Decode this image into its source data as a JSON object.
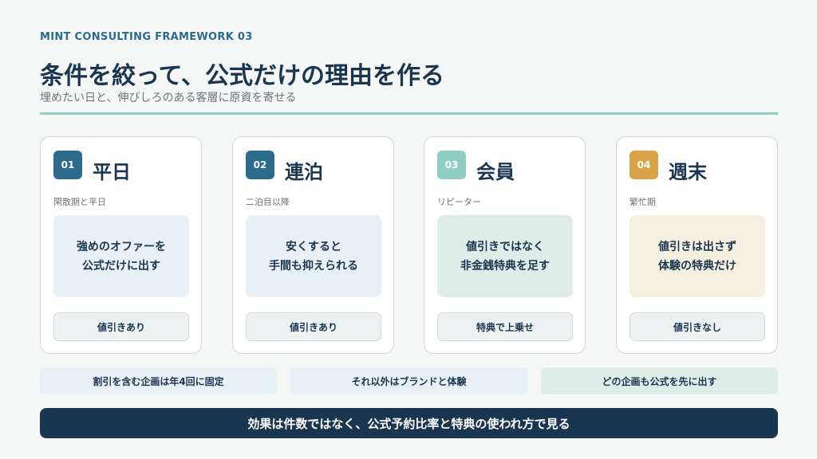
{
  "header": {
    "eyebrow": "MINT CONSULTING FRAMEWORK 03",
    "title": "条件を絞って、公式だけの理由を作る",
    "subtitle": "埋めたい日と、伸びしろのある客層に原資を寄せる"
  },
  "colors": {
    "navy": "#1a3550",
    "teal_rule": "#8ccfc5",
    "badge_blue": "#2a6b8e",
    "badge_mint": "#8fcfc3",
    "badge_gold": "#d9a245",
    "body_blue": "#e8f0f6",
    "body_mint": "#deede8",
    "body_cream": "#f5efdf"
  },
  "cards": [
    {
      "number": "01",
      "title": "平日",
      "label": "閑散期と平日",
      "body": "強めのオファーを\n公式だけに出す",
      "pill": "値引きあり"
    },
    {
      "number": "02",
      "title": "連泊",
      "label": "二泊目以降",
      "body": "安くすると\n手間も抑えられる",
      "pill": "値引きあり"
    },
    {
      "number": "03",
      "title": "会員",
      "label": "リピーター",
      "body": "値引きではなく\n非金銭特典を足す",
      "pill": "特典で上乗せ"
    },
    {
      "number": "04",
      "title": "週末",
      "label": "繁忙期",
      "body": "値引きは出さず\n体験の特典だけ",
      "pill": "値引きなし"
    }
  ],
  "notes": [
    "割引を含む企画は年4回に固定",
    "それ以外はブランドと体験",
    "どの企画も公式を先に出す"
  ],
  "banner": "効果は件数ではなく、公式予約比率と特典の使われ方で見る"
}
